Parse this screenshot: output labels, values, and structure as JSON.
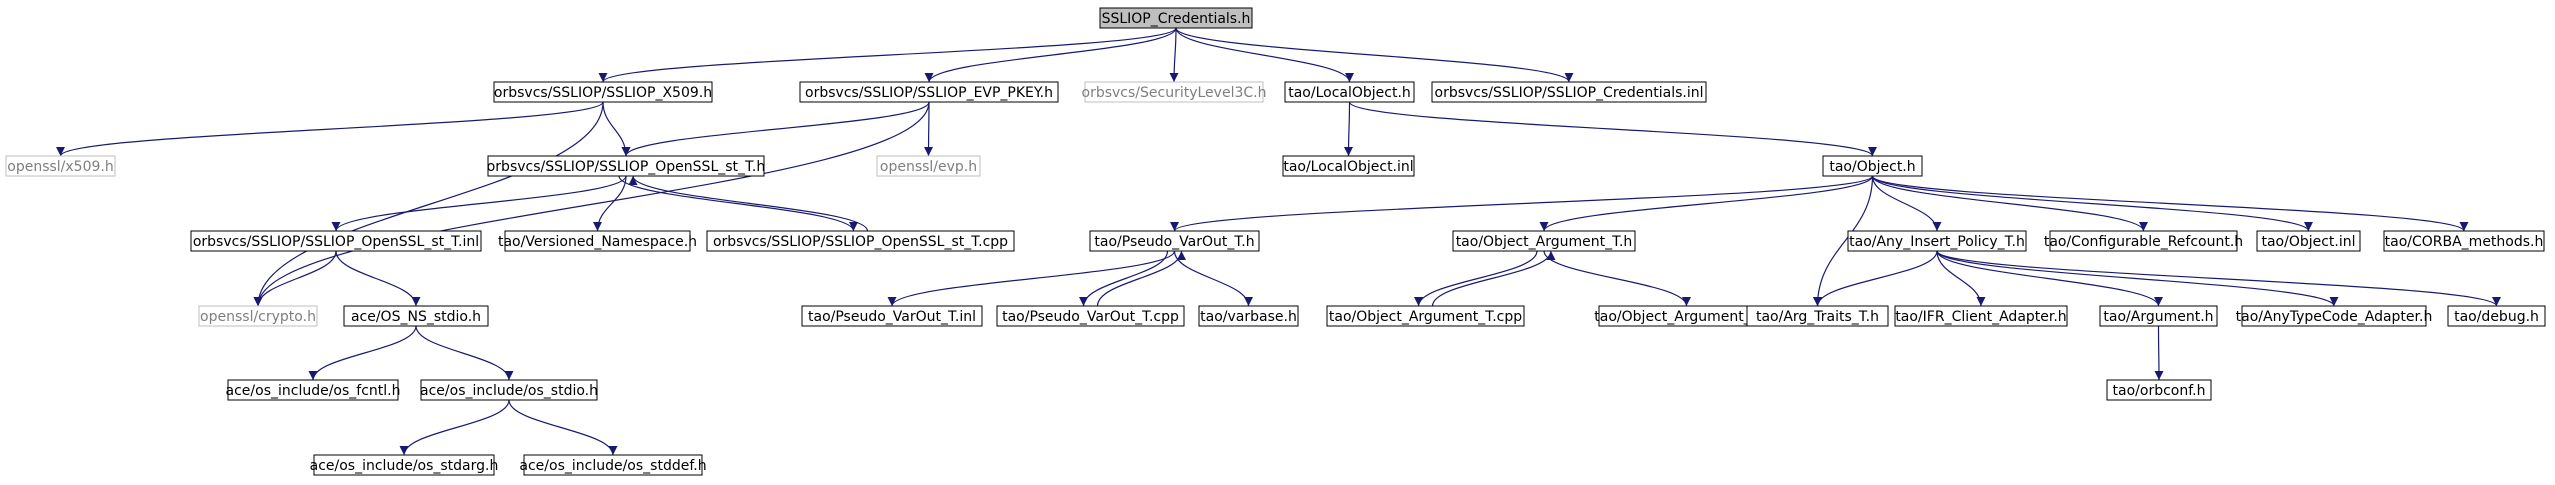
{
  "colors": {
    "edge": "#191970",
    "root_fill": "#bfbfbf",
    "external_border": "#bfbfbf",
    "external_text": "#7f7f7f"
  },
  "nodes": [
    {
      "id": "root",
      "label": "SSLIOP_Credentials.h",
      "kind": "root"
    },
    {
      "id": "x509",
      "label": "orbsvcs/SSLIOP/SSLIOP_X509.h",
      "kind": "file"
    },
    {
      "id": "evp_pkey",
      "label": "orbsvcs/SSLIOP/SSLIOP_EVP_PKEY.h",
      "kind": "file"
    },
    {
      "id": "seclevel",
      "label": "orbsvcs/SecurityLevel3C.h",
      "kind": "external"
    },
    {
      "id": "localobj",
      "label": "tao/LocalObject.h",
      "kind": "file"
    },
    {
      "id": "cred_inl",
      "label": "orbsvcs/SSLIOP/SSLIOP_Credentials.inl",
      "kind": "file"
    },
    {
      "id": "ossl_x509",
      "label": "openssl/x509.h",
      "kind": "external"
    },
    {
      "id": "openssl_st",
      "label": "orbsvcs/SSLIOP/SSLIOP_OpenSSL_st_T.h",
      "kind": "file"
    },
    {
      "id": "ossl_evp",
      "label": "openssl/evp.h",
      "kind": "external"
    },
    {
      "id": "localobj_inl",
      "label": "tao/LocalObject.inl",
      "kind": "file"
    },
    {
      "id": "object_h",
      "label": "tao/Object.h",
      "kind": "file"
    },
    {
      "id": "openssl_st_inl",
      "label": "orbsvcs/SSLIOP/SSLIOP_OpenSSL_st_T.inl",
      "kind": "file"
    },
    {
      "id": "versioned_ns",
      "label": "tao/Versioned_Namespace.h",
      "kind": "file"
    },
    {
      "id": "openssl_st_cpp",
      "label": "orbsvcs/SSLIOP/SSLIOP_OpenSSL_st_T.cpp",
      "kind": "file"
    },
    {
      "id": "pseudo_varout",
      "label": "tao/Pseudo_VarOut_T.h",
      "kind": "file"
    },
    {
      "id": "obj_arg",
      "label": "tao/Object_Argument_T.h",
      "kind": "file"
    },
    {
      "id": "any_insert",
      "label": "tao/Any_Insert_Policy_T.h",
      "kind": "file"
    },
    {
      "id": "conf_refcount",
      "label": "tao/Configurable_Refcount.h",
      "kind": "file"
    },
    {
      "id": "object_inl",
      "label": "tao/Object.inl",
      "kind": "file"
    },
    {
      "id": "corba_methods",
      "label": "tao/CORBA_methods.h",
      "kind": "file"
    },
    {
      "id": "ossl_crypto",
      "label": "openssl/crypto.h",
      "kind": "external"
    },
    {
      "id": "ace_stdio",
      "label": "ace/OS_NS_stdio.h",
      "kind": "file"
    },
    {
      "id": "pseudo_varout_inl",
      "label": "tao/Pseudo_VarOut_T.inl",
      "kind": "file"
    },
    {
      "id": "pseudo_varout_cpp",
      "label": "tao/Pseudo_VarOut_T.cpp",
      "kind": "file"
    },
    {
      "id": "varbase",
      "label": "tao/varbase.h",
      "kind": "file"
    },
    {
      "id": "obj_arg_cpp",
      "label": "tao/Object_Argument_T.cpp",
      "kind": "file"
    },
    {
      "id": "obj_arg_inl",
      "label": "tao/Object_Argument_T.inl",
      "kind": "file"
    },
    {
      "id": "arg_traits",
      "label": "tao/Arg_Traits_T.h",
      "kind": "file"
    },
    {
      "id": "ifr_client",
      "label": "tao/IFR_Client_Adapter.h",
      "kind": "file"
    },
    {
      "id": "argument",
      "label": "tao/Argument.h",
      "kind": "file"
    },
    {
      "id": "anytypecode",
      "label": "tao/AnyTypeCode_Adapter.h",
      "kind": "file"
    },
    {
      "id": "debug",
      "label": "tao/debug.h",
      "kind": "file"
    },
    {
      "id": "os_fcntl",
      "label": "ace/os_include/os_fcntl.h",
      "kind": "file"
    },
    {
      "id": "os_stdio",
      "label": "ace/os_include/os_stdio.h",
      "kind": "file"
    },
    {
      "id": "orbconf",
      "label": "tao/orbconf.h",
      "kind": "file"
    },
    {
      "id": "os_stdarg",
      "label": "ace/os_include/os_stdarg.h",
      "kind": "file"
    },
    {
      "id": "os_stddef",
      "label": "ace/os_include/os_stddef.h",
      "kind": "file"
    }
  ],
  "edges": [
    [
      "root",
      "x509"
    ],
    [
      "root",
      "evp_pkey"
    ],
    [
      "root",
      "seclevel"
    ],
    [
      "root",
      "localobj"
    ],
    [
      "root",
      "cred_inl"
    ],
    [
      "x509",
      "ossl_x509"
    ],
    [
      "x509",
      "openssl_st"
    ],
    [
      "x509",
      "ossl_crypto"
    ],
    [
      "evp_pkey",
      "openssl_st"
    ],
    [
      "evp_pkey",
      "ossl_evp"
    ],
    [
      "evp_pkey",
      "ossl_crypto"
    ],
    [
      "localobj",
      "localobj_inl"
    ],
    [
      "localobj",
      "object_h"
    ],
    [
      "openssl_st",
      "openssl_st_inl"
    ],
    [
      "openssl_st",
      "versioned_ns"
    ],
    [
      "openssl_st",
      "openssl_st_cpp"
    ],
    [
      "openssl_st_cpp",
      "openssl_st"
    ],
    [
      "openssl_st_inl",
      "ossl_crypto"
    ],
    [
      "openssl_st_inl",
      "ace_stdio"
    ],
    [
      "object_h",
      "pseudo_varout"
    ],
    [
      "object_h",
      "obj_arg"
    ],
    [
      "object_h",
      "arg_traits"
    ],
    [
      "object_h",
      "any_insert"
    ],
    [
      "object_h",
      "conf_refcount"
    ],
    [
      "object_h",
      "object_inl"
    ],
    [
      "object_h",
      "corba_methods"
    ],
    [
      "pseudo_varout",
      "pseudo_varout_inl"
    ],
    [
      "pseudo_varout",
      "pseudo_varout_cpp"
    ],
    [
      "pseudo_varout",
      "varbase"
    ],
    [
      "pseudo_varout_cpp",
      "pseudo_varout"
    ],
    [
      "obj_arg",
      "obj_arg_cpp"
    ],
    [
      "obj_arg",
      "obj_arg_inl"
    ],
    [
      "obj_arg_cpp",
      "obj_arg"
    ],
    [
      "any_insert",
      "arg_traits"
    ],
    [
      "any_insert",
      "ifr_client"
    ],
    [
      "any_insert",
      "argument"
    ],
    [
      "any_insert",
      "anytypecode"
    ],
    [
      "any_insert",
      "debug"
    ],
    [
      "argument",
      "orbconf"
    ],
    [
      "ace_stdio",
      "os_fcntl"
    ],
    [
      "ace_stdio",
      "os_stdio"
    ],
    [
      "os_stdio",
      "os_stdarg"
    ],
    [
      "os_stdio",
      "os_stddef"
    ]
  ]
}
